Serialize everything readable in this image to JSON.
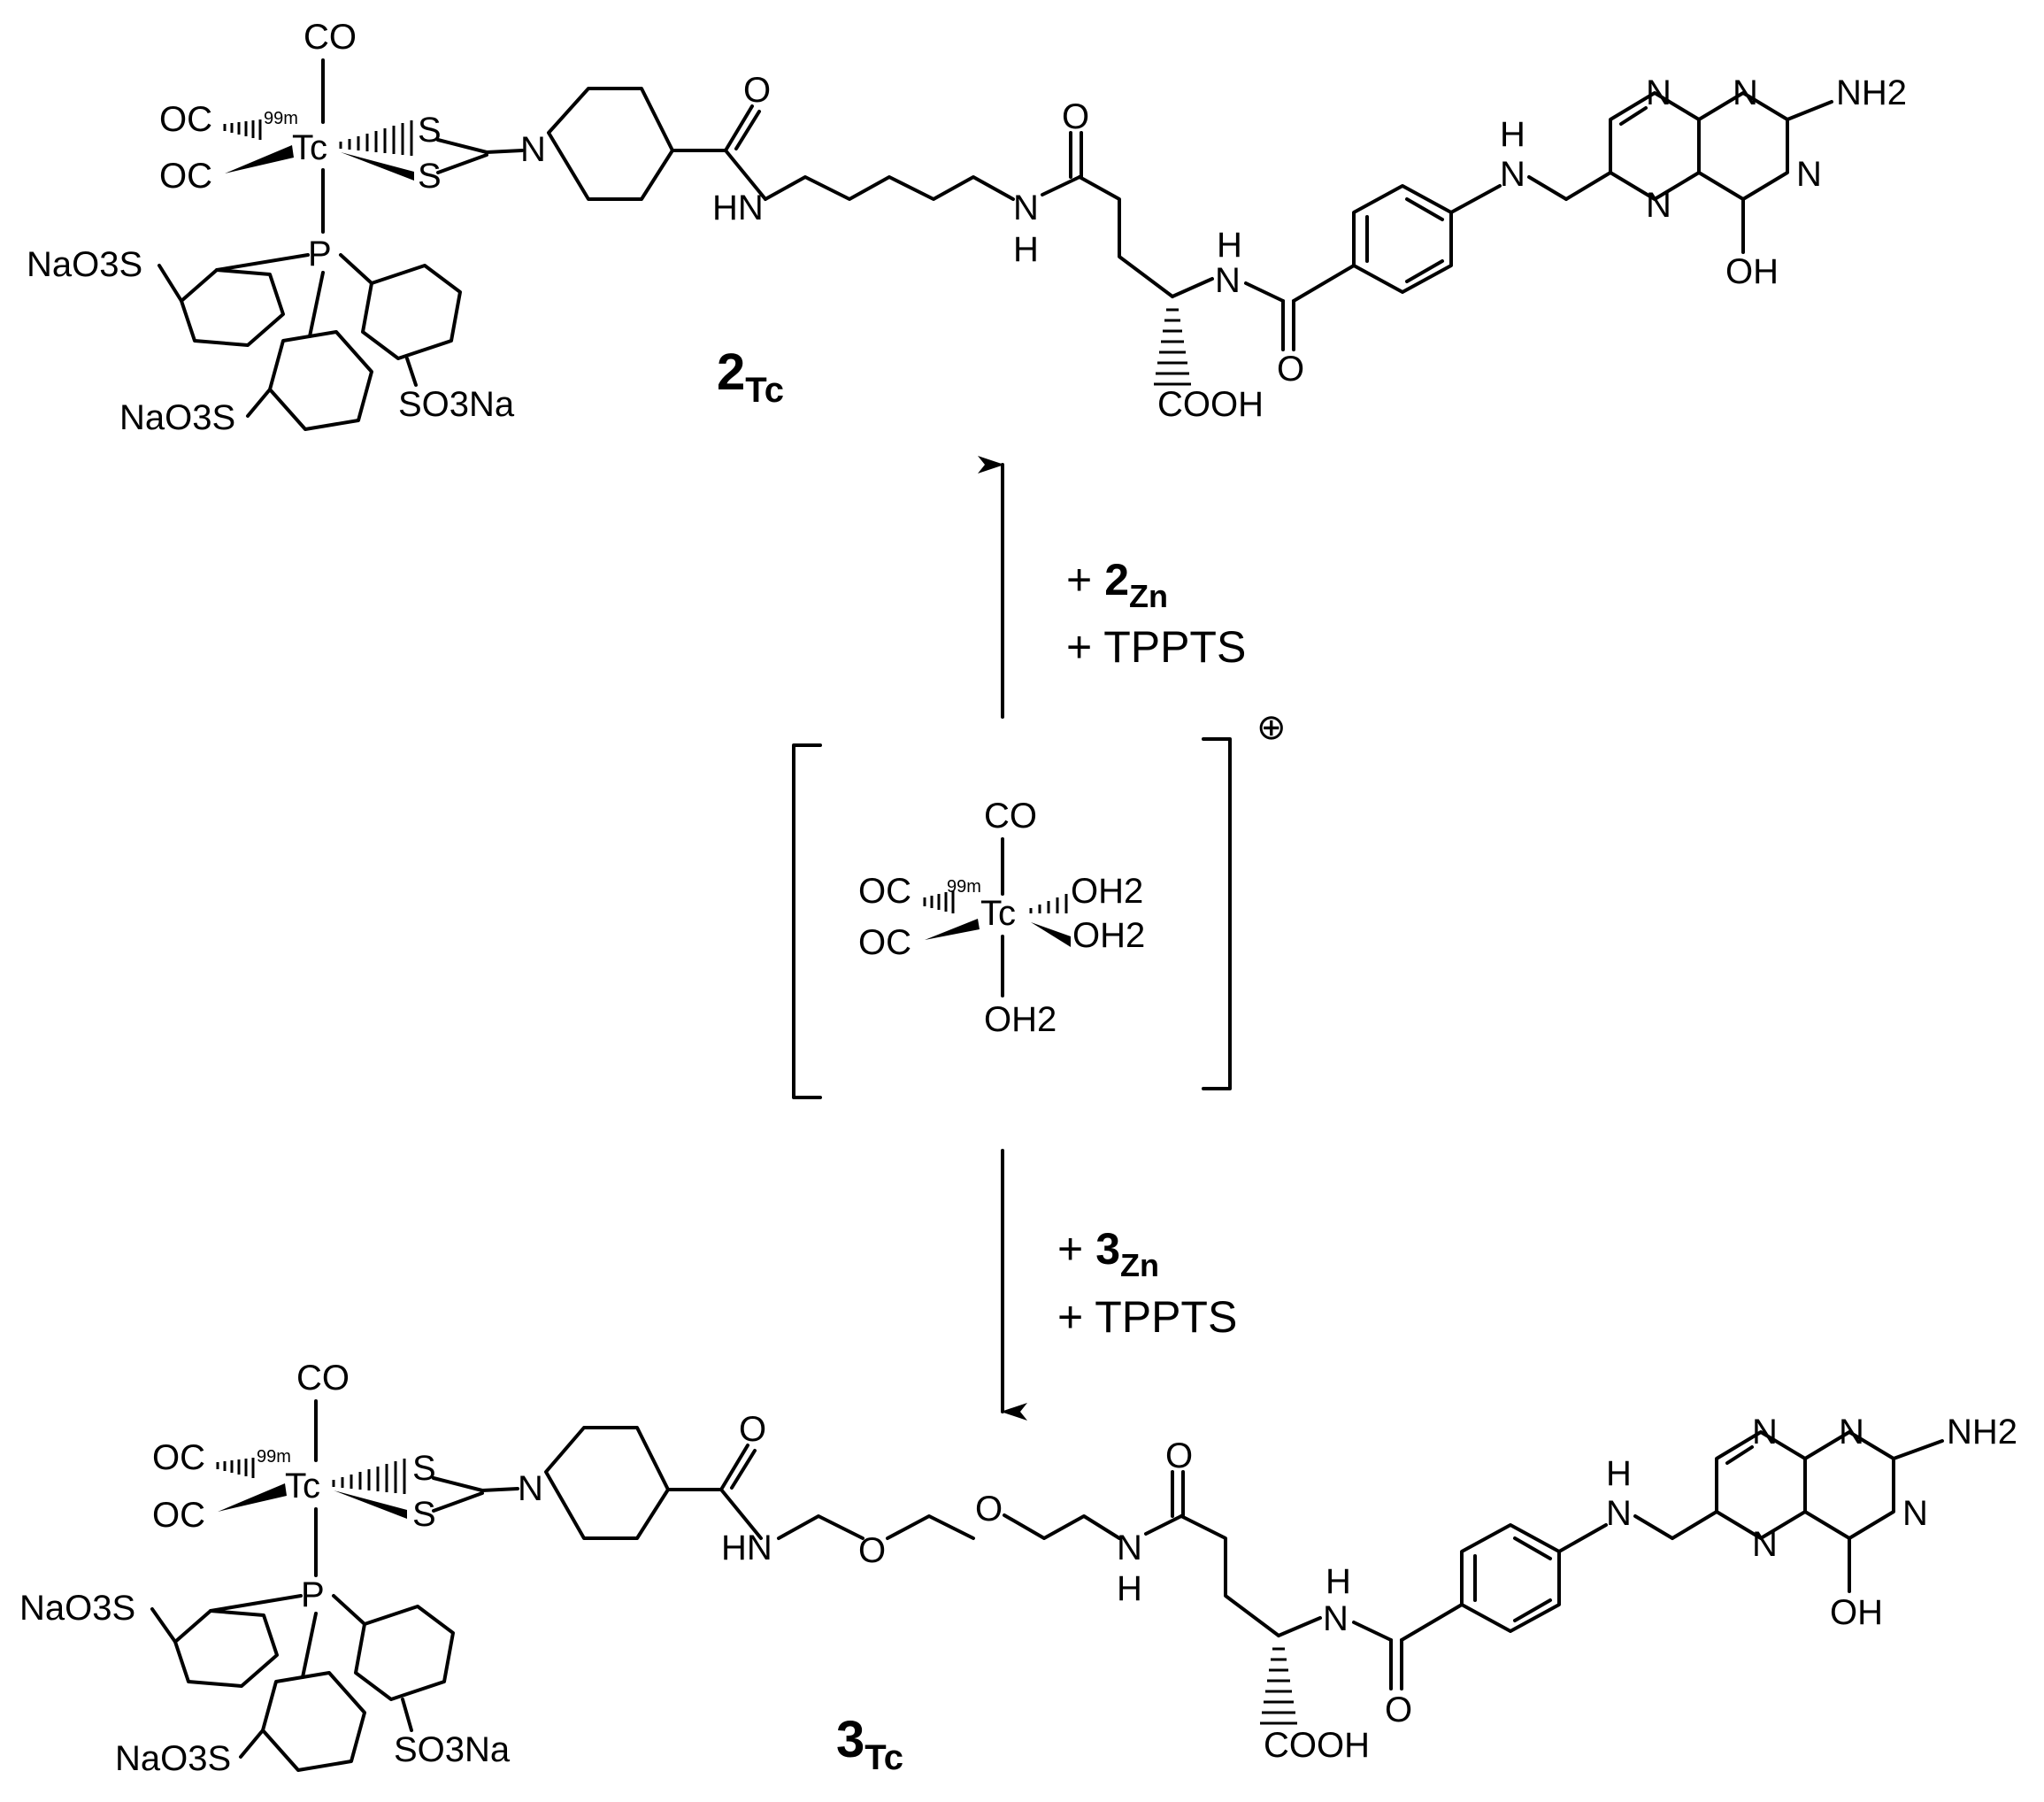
{
  "compounds": {
    "top": {
      "number": "2",
      "subscript": "Tc",
      "metal": "Tc",
      "isotope": "99m",
      "carbonyls": [
        "CO",
        "OC",
        "OC"
      ],
      "sulfur": [
        "S",
        "S"
      ],
      "piperidine_n": "N",
      "phosphorus": "P",
      "sulfonates": [
        "NaO3S",
        "NaO3S",
        "SO3Na"
      ],
      "amide_o1": "O",
      "amide_nh1": "HN",
      "amide_nh2_n": "N",
      "amide_nh2_h": "H",
      "amide_o2": "O",
      "glu_nh_h": "H",
      "glu_nh_n": "N",
      "glu_o": "O",
      "cooh": "COOH",
      "aniline_h": "H",
      "aniline_n": "N",
      "pteridine_n": [
        "N",
        "N",
        "N",
        "N"
      ],
      "nh2": "NH2",
      "oh": "OH"
    },
    "bottom": {
      "number": "3",
      "subscript": "Tc",
      "metal": "Tc",
      "isotope": "99m",
      "carbonyls": [
        "CO",
        "OC",
        "OC"
      ],
      "sulfur": [
        "S",
        "S"
      ],
      "piperidine_n": "N",
      "phosphorus": "P",
      "sulfonates": [
        "NaO3S",
        "NaO3S",
        "SO3Na"
      ],
      "amide_o1": "O",
      "amide_nh1": "HN",
      "ether_o": [
        "O",
        "O"
      ],
      "amide_nh2_n": "N",
      "amide_nh2_h": "H",
      "amide_o2": "O",
      "glu_nh_h": "H",
      "glu_nh_n": "N",
      "glu_o": "O",
      "cooh": "COOH",
      "aniline_h": "H",
      "aniline_n": "N",
      "pteridine_n": [
        "N",
        "N",
        "N",
        "N"
      ],
      "nh2": "NH2",
      "oh": "OH"
    }
  },
  "precursor": {
    "metal": "Tc",
    "isotope": "99m",
    "ligands": [
      "CO",
      "OC",
      "OC",
      "OH2",
      "OH2",
      "OH2"
    ],
    "charge": "⊕"
  },
  "arrows": {
    "up": {
      "reagent_number": "2",
      "reagent_subscript": "Zn",
      "reagent_2": "+ TPPTS",
      "plus": "+"
    },
    "down": {
      "reagent_number": "3",
      "reagent_subscript": "Zn",
      "reagent_2": "+ TPPTS",
      "plus": "+"
    }
  }
}
